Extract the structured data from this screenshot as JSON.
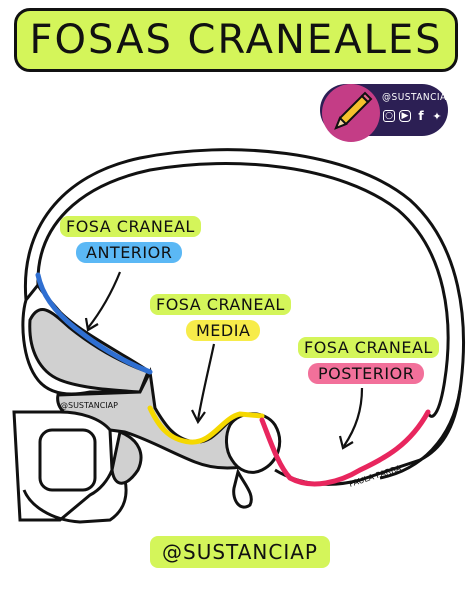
{
  "title": "FOSAS CRANEALES",
  "badge": {
    "handle": "@SUSTANCIAP",
    "social_icons": [
      "instagram-icon",
      "youtube-icon",
      "facebook-icon",
      "twitter-icon"
    ],
    "colors": {
      "background": "#2c1f54",
      "circle": "#c43d86"
    }
  },
  "labels": {
    "anterior": {
      "line1": "FOSA CRANEAL",
      "line2": "ANTERIOR"
    },
    "media": {
      "line1": "FOSA CRANEAL",
      "line2": "MEDIA"
    },
    "posterior": {
      "line1": "FOSA CRANEAL",
      "line2": "POSTERIOR"
    }
  },
  "skull_watermark": "@SUSTANCIAP",
  "signature": "PAULA PARRA",
  "footer_tag": "@SUSTANCIAP",
  "colors": {
    "title_bg": "#d4f55a",
    "anterior": "#2f6fd1",
    "anterior_pill": "#5bb8f5",
    "media": "#f5d800",
    "media_pill": "#f7ec4a",
    "posterior": "#e8265e",
    "posterior_pill": "#f2709a",
    "bone_gray": "#d0d0d0"
  }
}
